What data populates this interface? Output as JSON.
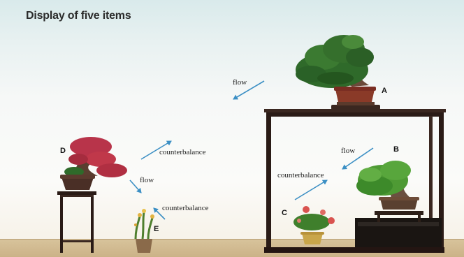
{
  "title": "Display of five items",
  "labels": {
    "flow_top": "flow",
    "flow_right": "flow",
    "flow_left": "flow",
    "counterbalance_left_upper": "counterbalance",
    "counterbalance_left_lower": "counterbalance",
    "counterbalance_right": "counterbalance"
  },
  "letters": {
    "a": "A",
    "b": "B",
    "c": "C",
    "d": "D",
    "e": "E"
  },
  "colors": {
    "arrow": "#3b8fc4",
    "stand": "#2a1b16",
    "pot": "#7a2d22",
    "foliage": "#2f6a2a",
    "azalea": "#c0384a"
  }
}
